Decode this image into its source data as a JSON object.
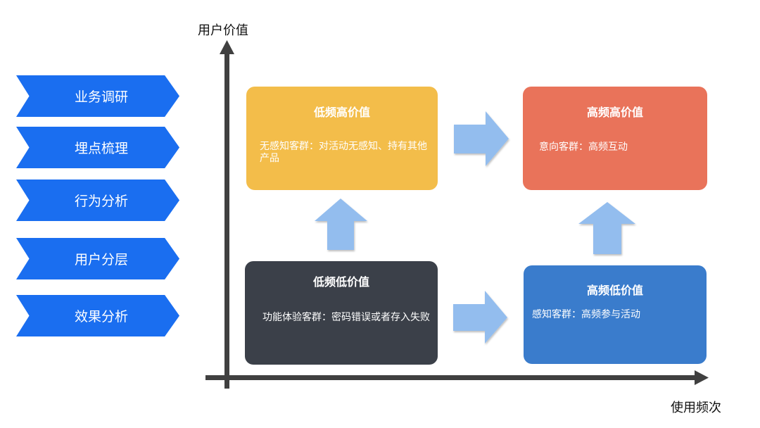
{
  "steps": [
    {
      "label": "业务调研"
    },
    {
      "label": "埋点梳理"
    },
    {
      "label": "行为分析"
    },
    {
      "label": "用户分层"
    },
    {
      "label": "效果分析"
    }
  ],
  "axes": {
    "y_label": "用户价值",
    "x_label": "使用频次"
  },
  "quadrants": {
    "low_freq_high_value": {
      "title": "低频高价值",
      "desc": "无感知客群：对活动无感知、持有其他产品",
      "color": "#f3bd4a"
    },
    "high_freq_high_value": {
      "title": "高频高价值",
      "desc": "意向客群：高频互动",
      "color": "#e9735a"
    },
    "low_freq_low_value": {
      "title": "低频低价值",
      "desc": "功能体验客群：密码错误或者存入失败",
      "color": "#3b4049"
    },
    "high_freq_low_value": {
      "title": "高频低价值",
      "desc": "感知客群：高频参与活动",
      "color": "#3a7ccc"
    }
  },
  "colors": {
    "step_blue": "#1a6ef0",
    "axis": "#404040",
    "flow_arrow": "#93bdee"
  }
}
